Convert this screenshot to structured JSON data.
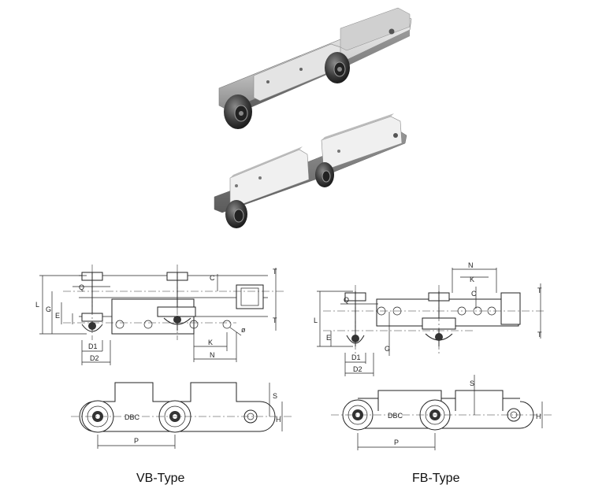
{
  "photos": {
    "top": "chain-with-rollers-photo",
    "bottom": "chain-with-bracket-plates-photo"
  },
  "vb": {
    "caption": "VB-Type",
    "labels": {
      "L": "L",
      "Q": "Q",
      "G": "G",
      "E": "E",
      "C": "C",
      "T": "T",
      "D1": "D1",
      "D2": "D2",
      "K": "K",
      "N": "N",
      "phi": "ø",
      "DBC": "DBC",
      "P": "P",
      "S": "S",
      "H": "H"
    }
  },
  "fb": {
    "caption": "FB-Type",
    "labels": {
      "L": "L",
      "Q": "Q",
      "G": "G",
      "E": "E",
      "C": "C",
      "T": "T",
      "D1": "D1",
      "D2": "D2",
      "K": "K",
      "N": "N",
      "DBC": "DBC",
      "P": "P",
      "S": "S",
      "H": "H"
    }
  },
  "colors": {
    "line": "#222222",
    "metal_light": "#d8d8d8",
    "metal_dark": "#6e6e6e",
    "roller": "#3a3a3a"
  }
}
